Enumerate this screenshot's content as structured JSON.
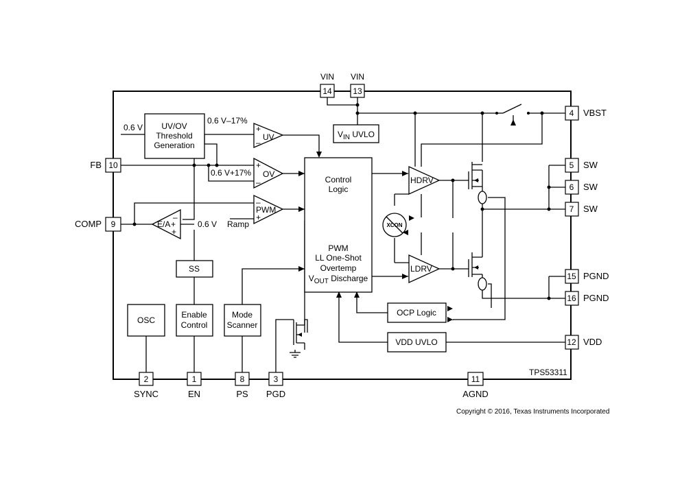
{
  "diagram": {
    "part_number": "TPS53311",
    "copyright": "Copyright © 2016, Texas Instruments Incorporated",
    "pins": {
      "vin14": {
        "num": "14",
        "name": "VIN"
      },
      "vin13": {
        "num": "13",
        "name": "VIN"
      },
      "vbst": {
        "num": "4",
        "name": "VBST"
      },
      "sw5": {
        "num": "5",
        "name": "SW"
      },
      "sw6": {
        "num": "6",
        "name": "SW"
      },
      "sw7": {
        "num": "7",
        "name": "SW"
      },
      "pgnd15": {
        "num": "15",
        "name": "PGND"
      },
      "pgnd16": {
        "num": "16",
        "name": "PGND"
      },
      "vdd": {
        "num": "12",
        "name": "VDD"
      },
      "fb": {
        "num": "10",
        "name": "FB"
      },
      "comp": {
        "num": "9",
        "name": "COMP"
      },
      "sync": {
        "num": "2",
        "name": "SYNC"
      },
      "en": {
        "num": "1",
        "name": "EN"
      },
      "ps": {
        "num": "8",
        "name": "PS"
      },
      "pgd": {
        "num": "3",
        "name": "PGD"
      },
      "agnd": {
        "num": "11",
        "name": "AGND"
      }
    },
    "blocks": {
      "uvov": [
        "UV/OV",
        "Threshold",
        "Generation"
      ],
      "vin_uvlo": {
        "main": "V",
        "sub": "IN",
        "rest": " UVLO"
      },
      "control": [
        "Control",
        "Logic"
      ],
      "pwm_logic": [
        "PWM",
        "LL One-Shot",
        "Overtemp"
      ],
      "vout_discharge": {
        "main": "V",
        "sub": "OUT",
        "rest": " Discharge"
      },
      "ss": "SS",
      "osc": "OSC",
      "enable": [
        "Enable",
        "Control"
      ],
      "mode": [
        "Mode",
        "Scanner"
      ],
      "ocp": "OCP Logic",
      "vdd_uvlo": "VDD UVLO",
      "xcon": "XCON"
    },
    "amplifiers": {
      "uv": "UV",
      "ov": "OV",
      "pwm": "PWM",
      "ea": "E/A",
      "hdrv": "HDRV",
      "ldrv": "LDRV"
    },
    "signs": {
      "plus": "+",
      "minus": "–"
    },
    "labels": {
      "ref_06": "0.6 V",
      "uv_thresh": "0.6 V–17%",
      "ov_thresh": "0.6 V+17%",
      "ea_ref": "0.6 V",
      "ramp": "Ramp"
    }
  }
}
